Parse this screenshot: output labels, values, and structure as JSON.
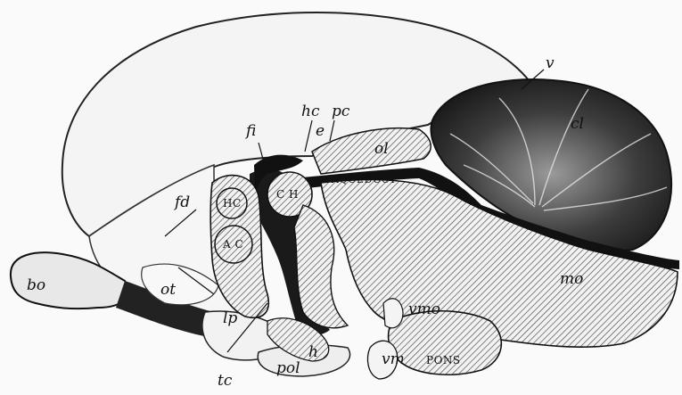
{
  "labels": {
    "v": "v",
    "cl": "cl",
    "hc": "hc",
    "pc": "pc",
    "e": "e",
    "fi": "fi",
    "ol": "ol",
    "aqueduct": "AQUEDUCT",
    "fd": "fd",
    "ch": "C H",
    "hc_inner": "HC",
    "ac": "A C",
    "bo": "bo",
    "ot": "ot",
    "lp": "lp",
    "mo": "mo",
    "vmo": "vmo",
    "pons": "PONS",
    "vm": "vm",
    "pol": "pol",
    "h": "h",
    "tc": "tc"
  },
  "colors": {
    "ink": "#111111",
    "paper": "#fafafa",
    "shade": "#c8c8c8"
  }
}
